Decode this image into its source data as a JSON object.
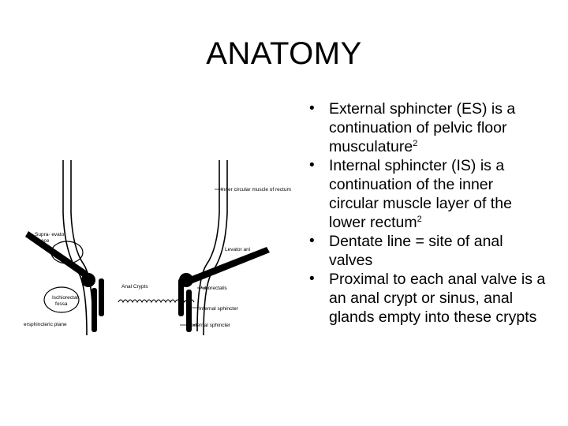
{
  "slide": {
    "title": "ANATOMY"
  },
  "diagram": {
    "labels": {
      "inner_circular": "Inner circular muscle of rectum",
      "supra_levator_1": "Supra- evator",
      "supra_levator_2": "Space",
      "levator_ani": "Levator ani",
      "anal_crypts": "Anal Crypts",
      "puborectalis": "Puborectalis",
      "ischiorectal_1": "Ischiorectal",
      "ischiorectal_2": "fossa",
      "internal_sphincter": "Internal sphincter",
      "intersphincteric_plane": "ersphincteric plane",
      "external_sphincter": "External sphincter"
    }
  },
  "bullets": [
    {
      "text": "External sphincter (ES) is a continuation of pelvic floor musculature",
      "sup": "2"
    },
    {
      "text": "Internal sphincter (IS) is a continuation of the inner circular muscle layer of the lower rectum",
      "sup": "2"
    },
    {
      "text": "Dentate line = site of anal valves",
      "sup": ""
    },
    {
      "text": "Proximal to each anal valve is a an anal crypt or sinus, anal glands empty into these crypts",
      "sup": ""
    }
  ],
  "bullet_symbol": "•"
}
